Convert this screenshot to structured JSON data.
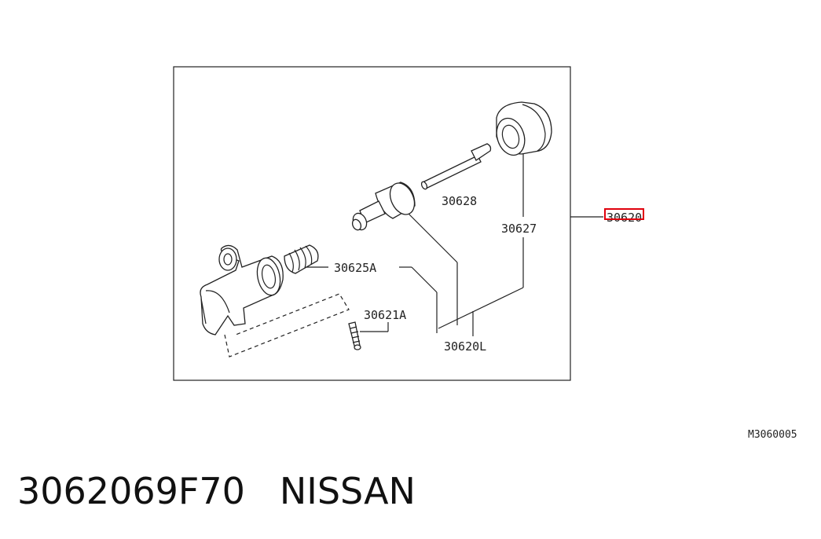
{
  "diagram": {
    "labels": {
      "p30628": "30628",
      "p30627": "30627",
      "p30625A": "30625A",
      "p30621A": "30621A",
      "p30620L": "30620L",
      "p30620": "30620"
    },
    "code": "M3060005",
    "highlight_color": "#e0000d"
  },
  "footer": {
    "part_number": "3062069F70",
    "brand": "NISSAN"
  }
}
